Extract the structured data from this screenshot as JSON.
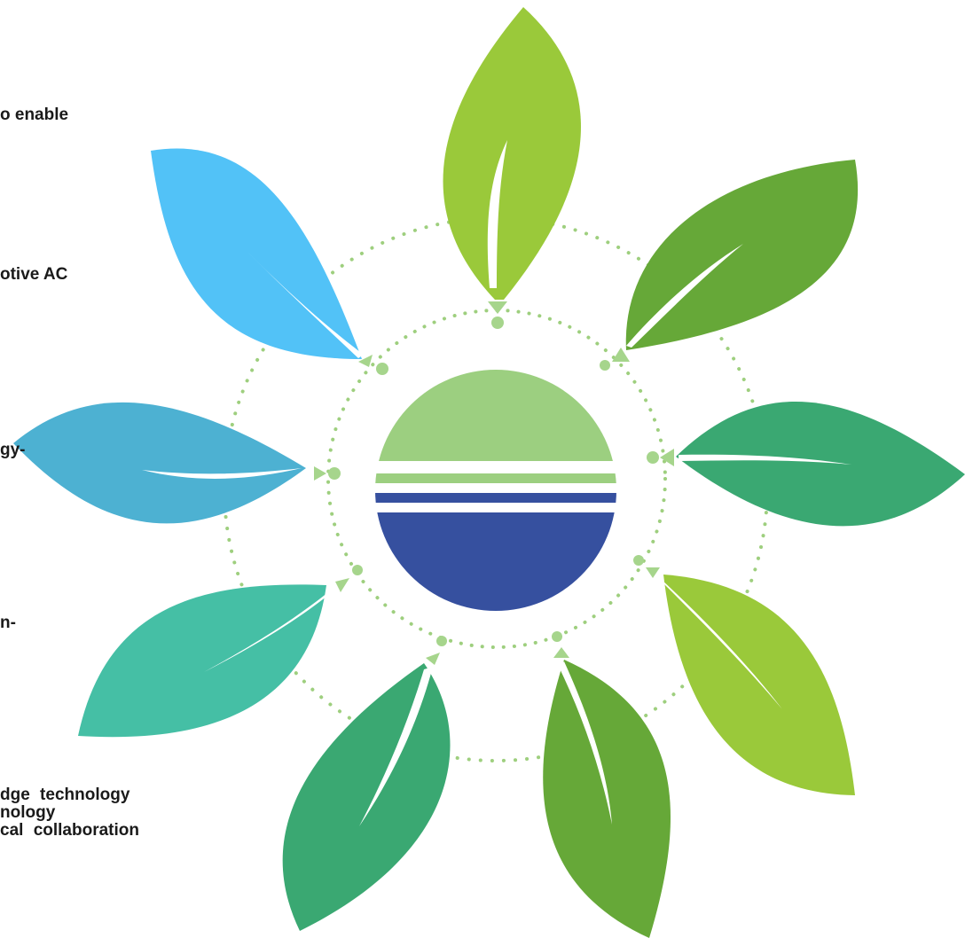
{
  "labels": {
    "item_1": "o enable",
    "item_2": "otive AC",
    "item_3": "gy-",
    "item_4": "n-",
    "item_5": {
      "line_1": "dge technology",
      "line_2": "nology",
      "line_3": "cal collaboration"
    }
  },
  "colors": {
    "leaf_top": "#9AC93A",
    "leaf_upper_right": "#66A838",
    "leaf_right": "#3AA872",
    "leaf_lower_right": "#9AC93A",
    "leaf_bottom_right": "#66A838",
    "leaf_bottom_left": "#3AA872",
    "leaf_lower_left": "#45BFA5",
    "leaf_left": "#4DB1D2",
    "leaf_upper_left": "#52C2F7",
    "logo_top": "#9CCF80",
    "logo_bottom": "#36509F",
    "dots": "#9ECF7E",
    "arrows": "#A6D58C"
  },
  "icons": {
    "center": "semicircle-sunrise-logo-icon",
    "petals": "leaf-icon"
  }
}
